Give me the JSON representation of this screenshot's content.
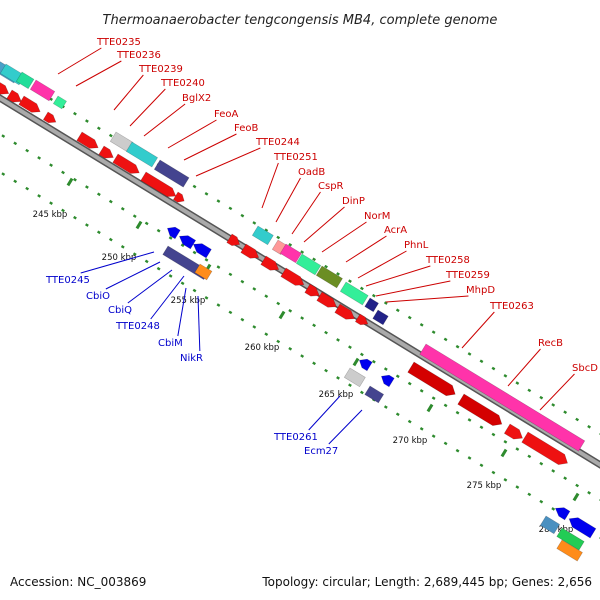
{
  "title": "Thermoanaerobacter tengcongensis MB4, complete genome",
  "footer": {
    "accession": "Accession: NC_003869",
    "summary": "Topology: circular; Length: 2,689,445 bp; Genes: 2,656"
  },
  "colors": {
    "forward_label": "#cc0000",
    "reverse_label": "#0000cc",
    "backbone": "#8a8a8a",
    "tick": "#2e8b2e"
  },
  "ticks": [
    "245 kbp",
    "250 kbp",
    "255 kbp",
    "260 kbp",
    "265 kbp",
    "270 kbp",
    "275 kbp",
    "280 kbp"
  ],
  "forward_labels": [
    "TTE0235",
    "TTE0236",
    "TTE0239",
    "TTE0240",
    "BglX2",
    "FeoA",
    "FeoB",
    "TTE0244",
    "TTE0251",
    "OadB",
    "CspR",
    "DinP",
    "NorM",
    "AcrA",
    "PhnL",
    "TTE0258",
    "TTE0259",
    "MhpD",
    "TTE0263",
    "RecB",
    "SbcD"
  ],
  "reverse_labels": [
    "TTE0245",
    "CbiO",
    "CbiQ",
    "TTE0248",
    "CbiM",
    "NikR",
    "TTE0261",
    "Ecm27"
  ]
}
